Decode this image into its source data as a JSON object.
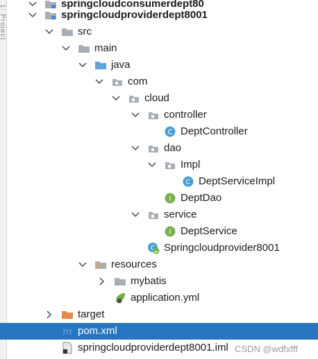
{
  "sidebar": {
    "label": "1: Project"
  },
  "tree": [
    {
      "label": "springcloudconsumerdept80",
      "icon": "module-folder-icon",
      "arrow": "expanded",
      "bold": true
    },
    {
      "label": "springcloudproviderdept8001",
      "icon": "module-folder-icon",
      "arrow": "expanded",
      "bold": true
    },
    {
      "label": "src",
      "icon": "folder-icon",
      "arrow": "expanded"
    },
    {
      "label": "main",
      "icon": "folder-icon",
      "arrow": "expanded"
    },
    {
      "label": "java",
      "icon": "source-folder-icon",
      "arrow": "expanded"
    },
    {
      "label": "com",
      "icon": "package-icon",
      "arrow": "expanded"
    },
    {
      "label": "cloud",
      "icon": "package-icon",
      "arrow": "expanded"
    },
    {
      "label": "controller",
      "icon": "package-icon",
      "arrow": "expanded"
    },
    {
      "label": "DeptController",
      "icon": "class-icon",
      "arrow": "none"
    },
    {
      "label": "dao",
      "icon": "package-icon",
      "arrow": "expanded"
    },
    {
      "label": "Impl",
      "icon": "package-icon",
      "arrow": "expanded"
    },
    {
      "label": "DeptServiceImpl",
      "icon": "class-icon",
      "arrow": "none"
    },
    {
      "label": "DeptDao",
      "icon": "interface-icon",
      "arrow": "none"
    },
    {
      "label": "service",
      "icon": "package-icon",
      "arrow": "expanded"
    },
    {
      "label": "DeptService",
      "icon": "interface-icon",
      "arrow": "none"
    },
    {
      "label": "Springcloudprovider8001",
      "icon": "spring-boot-class-icon",
      "arrow": "none"
    },
    {
      "label": "resources",
      "icon": "resources-folder-icon",
      "arrow": "expanded"
    },
    {
      "label": "mybatis",
      "icon": "folder-icon",
      "arrow": "collapsed"
    },
    {
      "label": "application.yml",
      "icon": "spring-config-icon",
      "arrow": "none"
    },
    {
      "label": "target",
      "icon": "excluded-folder-icon",
      "arrow": "collapsed"
    },
    {
      "label": "pom.xml",
      "icon": "maven-icon",
      "arrow": "none",
      "selected": true
    },
    {
      "label": "springcloudproviderdept8001.iml",
      "icon": "iml-file-icon",
      "arrow": "none"
    }
  ],
  "watermark": "CSDN @wdfxfff",
  "colors": {
    "selection": "#2675bf",
    "folder": "#a8aeb5",
    "source_folder": "#5fa4d9",
    "excluded_folder": "#e5884b",
    "class": "#4a9ed6",
    "interface": "#7cae52",
    "spring": "#6db33f"
  }
}
